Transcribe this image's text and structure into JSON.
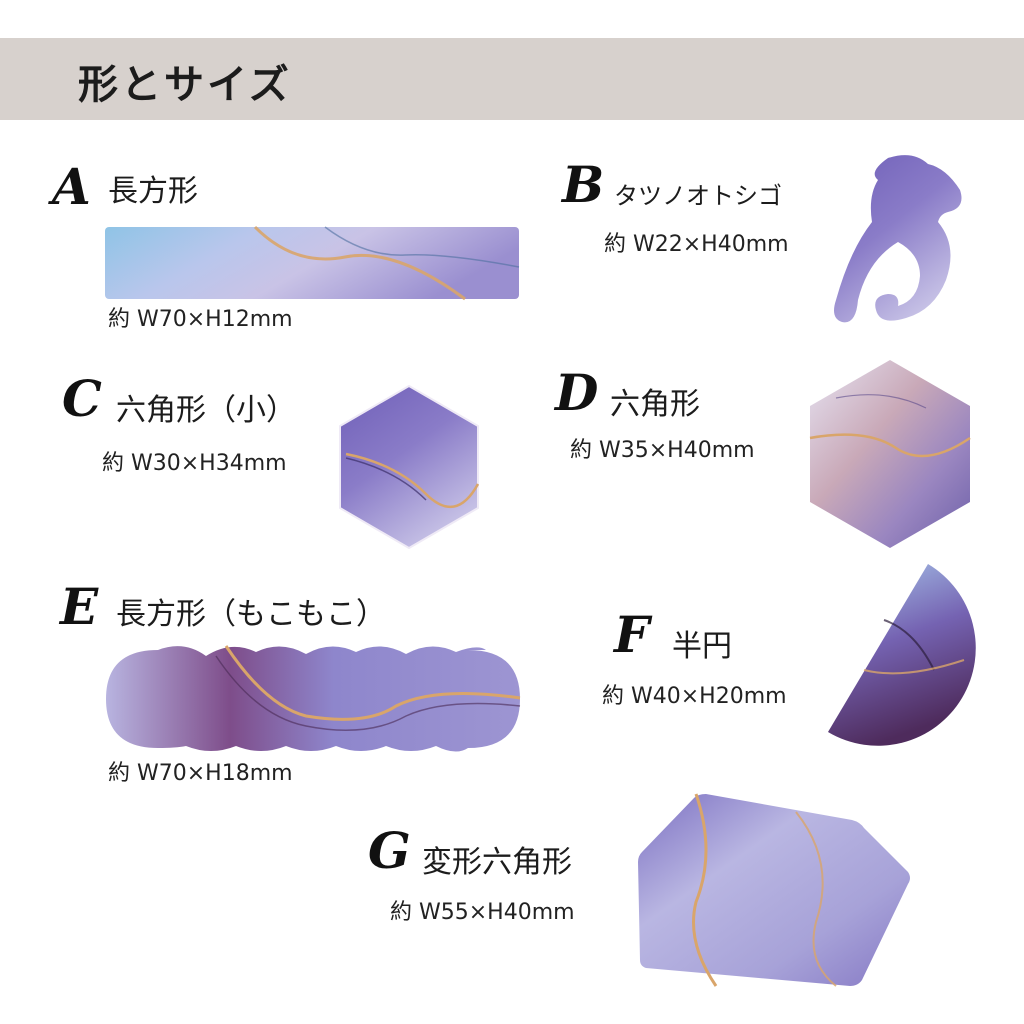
{
  "header": {
    "title": "形とサイズ"
  },
  "items": [
    {
      "letter": "A",
      "name": "長方形",
      "size": "約 W70×H12mm"
    },
    {
      "letter": "B",
      "name": "タツノオトシゴ",
      "size": "約 W22×H40mm"
    },
    {
      "letter": "C",
      "name": "六角形（小）",
      "size": "約 W30×H34mm"
    },
    {
      "letter": "D",
      "name": "六角形",
      "size": "約 W35×H40mm"
    },
    {
      "letter": "E",
      "name": "長方形（もこもこ）",
      "size": "約 W70×H18mm"
    },
    {
      "letter": "F",
      "name": "半円",
      "size": "約 W40×H20mm"
    },
    {
      "letter": "G",
      "name": "変形六角形",
      "size": "約 W55×H40mm"
    }
  ],
  "colors": {
    "header_bg": "#d7d1cd",
    "purple": "#7a6cc0",
    "lavender": "#c9c3e6",
    "blue": "#8fc4e6",
    "gold": "#d9a56a",
    "plum": "#5a2f63"
  }
}
